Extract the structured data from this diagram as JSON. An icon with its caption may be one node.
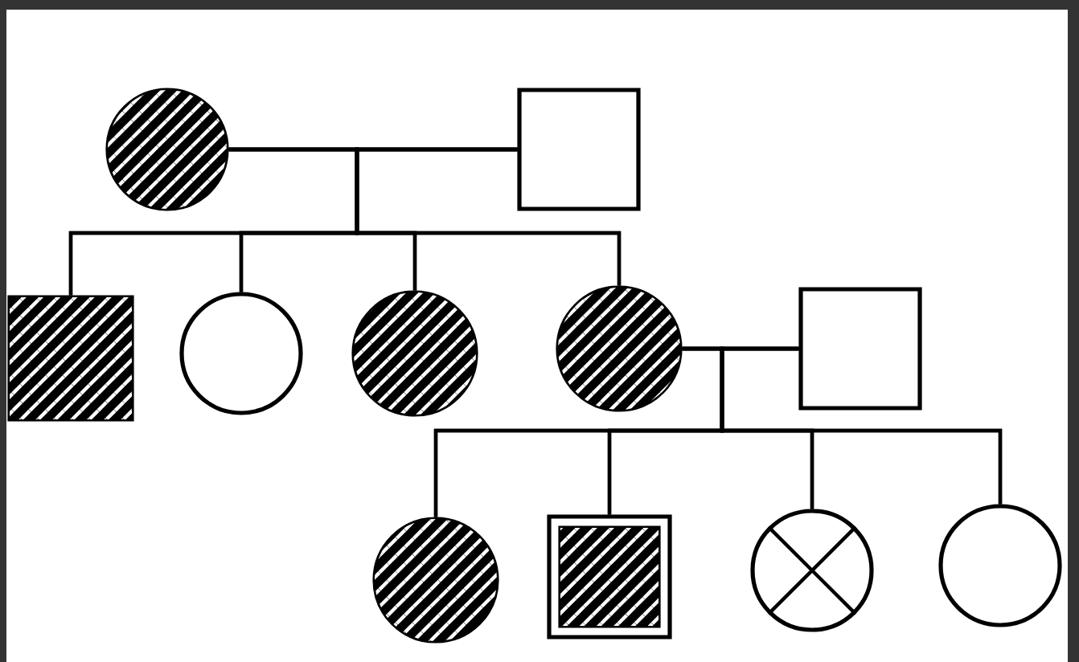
{
  "diagram": {
    "nodes": [
      {
        "text": [],
        "shape": "circle"
      },
      {
        "text": [],
        "shape": "box"
      },
      {
        "text": [],
        "shape": "box"
      },
      {
        "text": [],
        "shape": "circle"
      },
      {
        "text": [],
        "shape": "circle"
      },
      {
        "text": [],
        "shape": "circle"
      },
      {
        "text": [],
        "shape": "box"
      },
      {
        "text": [],
        "shape": "circle"
      },
      {
        "text": [],
        "shape": "box"
      },
      {
        "text": [],
        "shape": "circle"
      },
      {
        "text": [],
        "shape": "circle"
      }
    ],
    "edges": [
      {
        "from": 0,
        "to": 1,
        "arrow": "none"
      },
      {
        "from": 0,
        "to": 2,
        "arrow": "none"
      },
      {
        "from": 0,
        "to": 3,
        "arrow": "none"
      },
      {
        "from": 0,
        "to": 4,
        "arrow": "none"
      },
      {
        "from": 0,
        "to": 5,
        "arrow": "none"
      },
      {
        "from": 1,
        "to": 2,
        "arrow": "none"
      },
      {
        "from": 1,
        "to": 3,
        "arrow": "none"
      },
      {
        "from": 1,
        "to": 4,
        "arrow": "none"
      },
      {
        "from": 1,
        "to": 5,
        "arrow": "none"
      },
      {
        "from": 5,
        "to": 6,
        "arrow": "none"
      },
      {
        "from": 5,
        "to": 7,
        "arrow": "none"
      },
      {
        "from": 5,
        "to": 8,
        "arrow": "none"
      },
      {
        "from": 5,
        "to": 9,
        "arrow": "none"
      },
      {
        "from": 5,
        "to": 10,
        "arrow": "none"
      },
      {
        "from": 6,
        "to": 7,
        "arrow": "none"
      },
      {
        "from": 6,
        "to": 8,
        "arrow": "none"
      },
      {
        "from": 6,
        "to": 9,
        "arrow": "none"
      },
      {
        "from": 6,
        "to": 10,
        "arrow": "none"
      }
    ]
  }
}
